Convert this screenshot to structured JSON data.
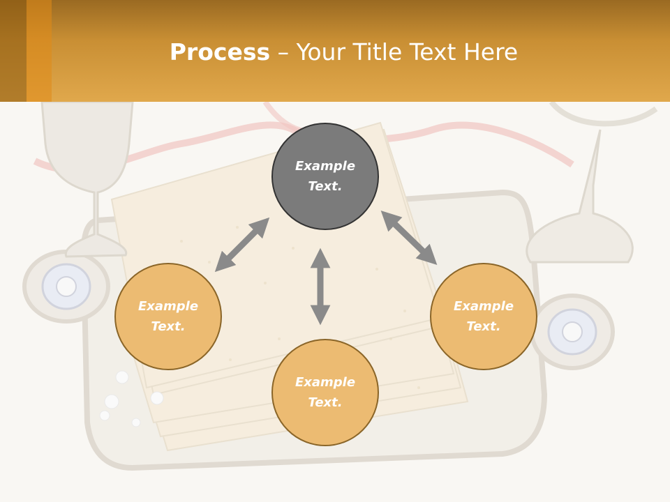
{
  "slide": {
    "title_bold": "Process",
    "title_rest": " – Your Title Text Here",
    "accent_colors": {
      "header": "#d99b3c",
      "circle_fill": "#ecbb72",
      "center_circle_fill": "#7b7b7b",
      "arrow": "#8a8a8a"
    }
  },
  "circles": [
    {
      "label": "Example\nText."
    },
    {
      "label": "Example\nText."
    },
    {
      "label": "Example\nText."
    },
    {
      "label": "Example\nText."
    }
  ],
  "background": {
    "icon": "matzah-tray-photo"
  }
}
